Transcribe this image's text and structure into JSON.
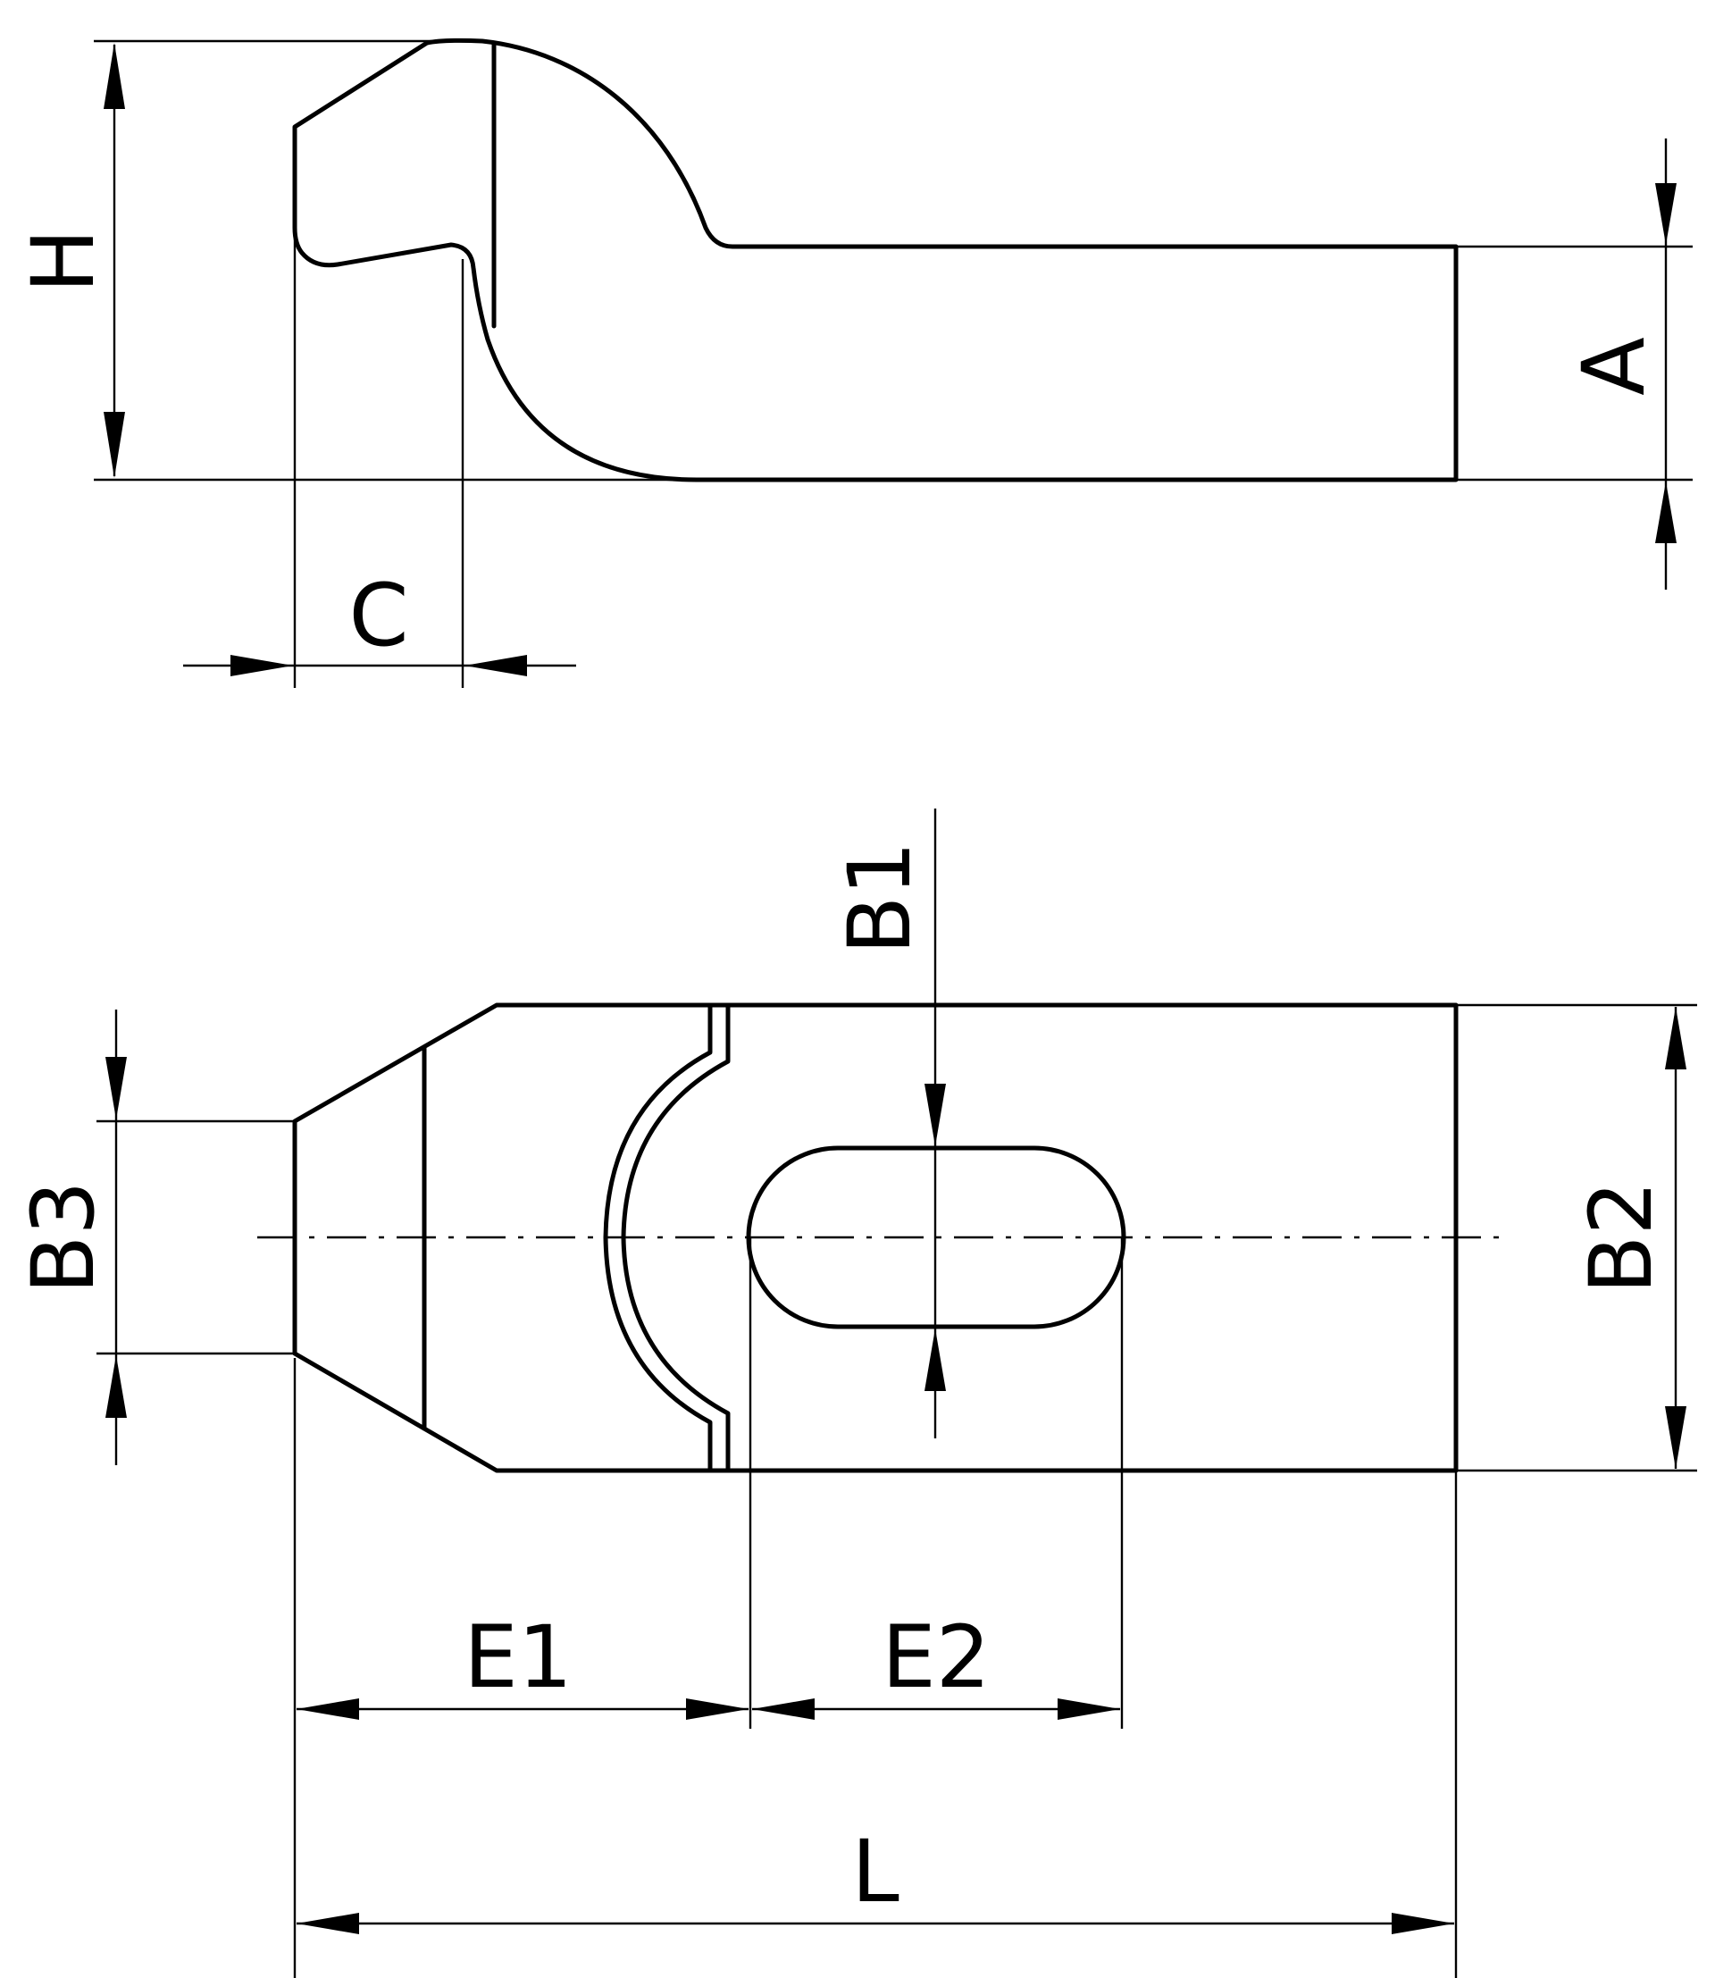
{
  "dimension_labels": {
    "H": "H",
    "A": "A",
    "C": "C",
    "B1": "B1",
    "B2": "B2",
    "B3": "B3",
    "E1": "E1",
    "E2": "E2",
    "L": "L"
  },
  "line_color": "#000000",
  "background_color": "#ffffff"
}
